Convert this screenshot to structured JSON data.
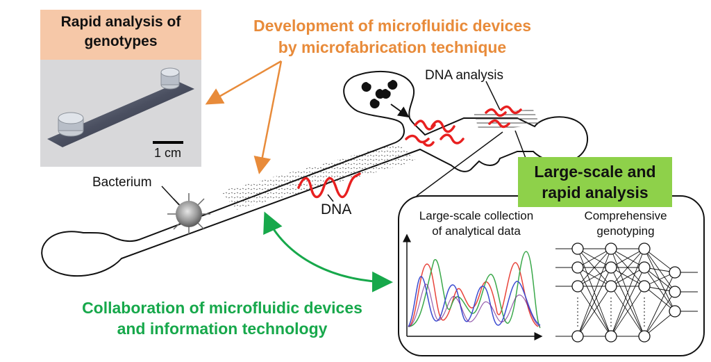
{
  "texts": {
    "rapid_genotypes_title": [
      "Rapid analysis of",
      "genotypes"
    ],
    "dev_title": [
      "Development of microfluidic devices",
      "by microfabrication technique"
    ],
    "dna_analysis": "DNA analysis",
    "large_scale_title": [
      "Large-scale and",
      "rapid analysis"
    ],
    "bacterium": "Bacterium",
    "dna": "DNA",
    "collection": [
      "Large-scale collection",
      "of analytical data"
    ],
    "genotyping": [
      "Comprehensive",
      "genotyping"
    ],
    "collab": [
      "Collaboration of microfluidic devices",
      "and information technology"
    ],
    "scale_bar": "1 cm"
  },
  "colors": {
    "orange": "#e88b3a",
    "orange_box": "#f6c8a8",
    "green": "#17a84b",
    "green_box": "#8ed14a",
    "red": "#e82020",
    "chart_red": "#e8433a",
    "chart_green": "#3aa84a",
    "chart_blue": "#3a4ad0"
  },
  "icons": {
    "bacterium": "virus-spiky-icon",
    "particles": "pacman-particles-icon",
    "network": "neural-network-icon"
  }
}
